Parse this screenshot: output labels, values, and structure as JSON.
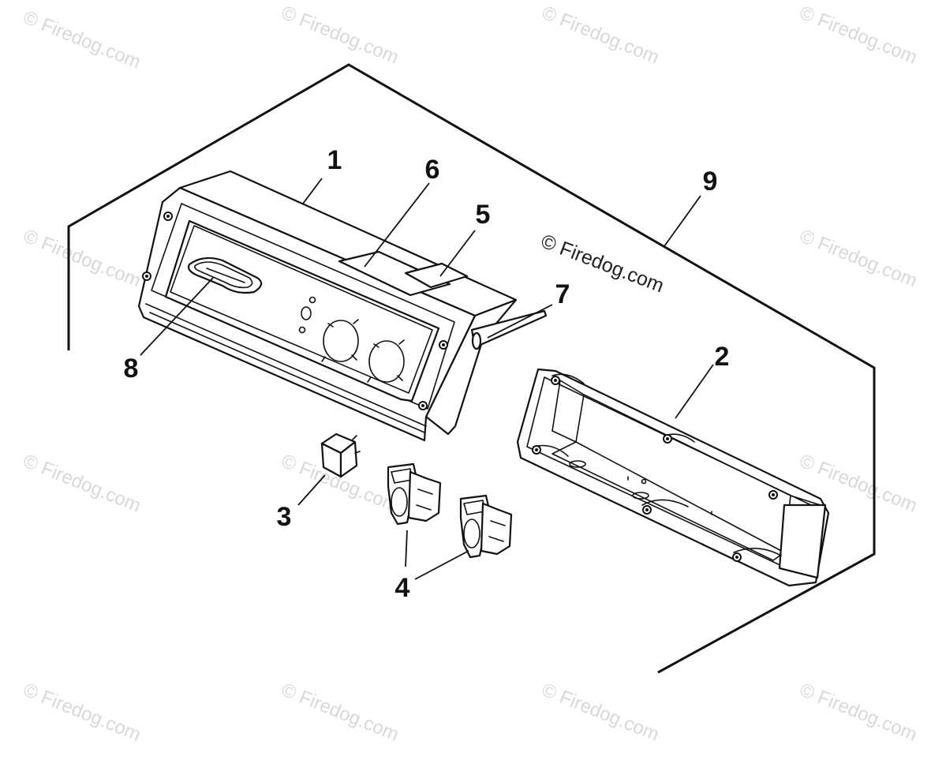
{
  "watermark": {
    "text": "© Firedog.com"
  },
  "callouts": [
    {
      "id": "1",
      "label": "1"
    },
    {
      "id": "2",
      "label": "2"
    },
    {
      "id": "3",
      "label": "3"
    },
    {
      "id": "4",
      "label": "4"
    },
    {
      "id": "5",
      "label": "5"
    },
    {
      "id": "6",
      "label": "6"
    },
    {
      "id": "7",
      "label": "7"
    },
    {
      "id": "8",
      "label": "8"
    },
    {
      "id": "9",
      "label": "9"
    }
  ],
  "colors": {
    "line": "#111111",
    "background": "#ffffff",
    "watermark": "#d8d8d8"
  }
}
